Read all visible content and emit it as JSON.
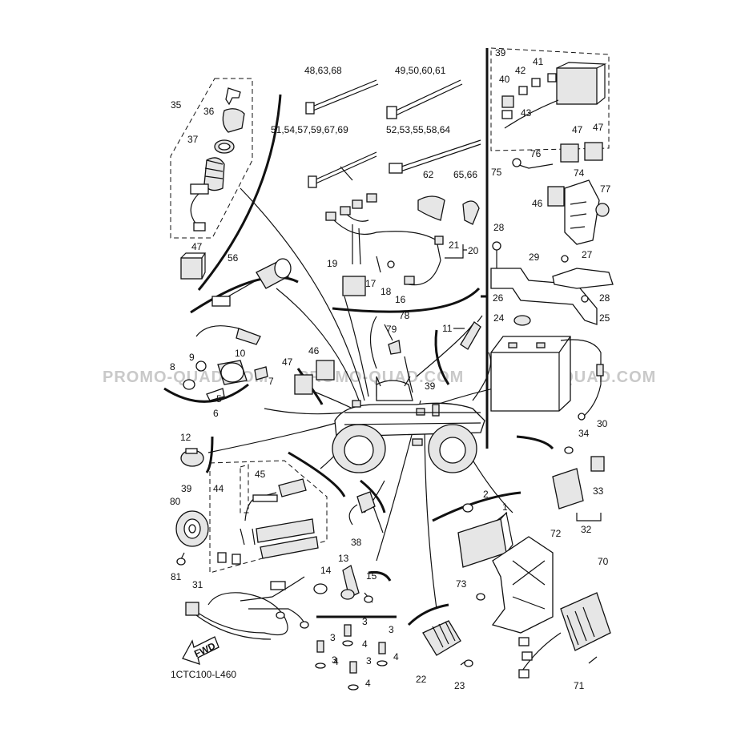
{
  "diagram_code": "1CTC100-L460",
  "watermark": "PROMO-QUAD.COM",
  "fwd_label": "FWD",
  "callouts": {
    "c1": "1",
    "c2": "2",
    "c3a": "3",
    "c3b": "3",
    "c3c": "3",
    "c3d": "3",
    "c3e": "3",
    "c4a": "4",
    "c4b": "4",
    "c4c": "4",
    "c4d": "4",
    "c4e": "4",
    "c5": "5",
    "c6": "6",
    "c7": "7",
    "c8": "8",
    "c9": "9",
    "c10": "10",
    "c11": "11",
    "c12": "12",
    "c13": "13",
    "c14": "14",
    "c15": "15",
    "c16": "16",
    "c17": "17",
    "c18": "18",
    "c19": "19",
    "c20": "20",
    "c21": "21",
    "c22": "22",
    "c23": "23",
    "c24": "24",
    "c25": "25",
    "c26": "26",
    "c27": "27",
    "c28a": "28",
    "c28b": "28",
    "c29": "29",
    "c30": "30",
    "c31": "31",
    "c32": "32",
    "c33": "33",
    "c34": "34",
    "c35": "35",
    "c36": "36",
    "c37": "37",
    "c38": "38",
    "c39a": "39",
    "c39b": "39",
    "c39c": "39",
    "c40": "40",
    "c41": "41",
    "c42": "42",
    "c43": "43",
    "c44": "44",
    "c45": "45",
    "c46a": "46",
    "c46b": "46",
    "c47a": "47",
    "c47b": "47",
    "c47c": "47",
    "c47d": "47",
    "c48": "48,63,68",
    "c49": "49,50,60,61",
    "c51": "51,54,57,59,67,69",
    "c52": "52,53,55,58,64",
    "c56": "56",
    "c62": "62",
    "c65": "65,66",
    "c70": "70",
    "c71": "71",
    "c72": "72",
    "c73": "73",
    "c74": "74",
    "c75": "75",
    "c76": "76",
    "c77": "77",
    "c78": "78",
    "c79": "79",
    "c80": "80",
    "c81": "81"
  }
}
